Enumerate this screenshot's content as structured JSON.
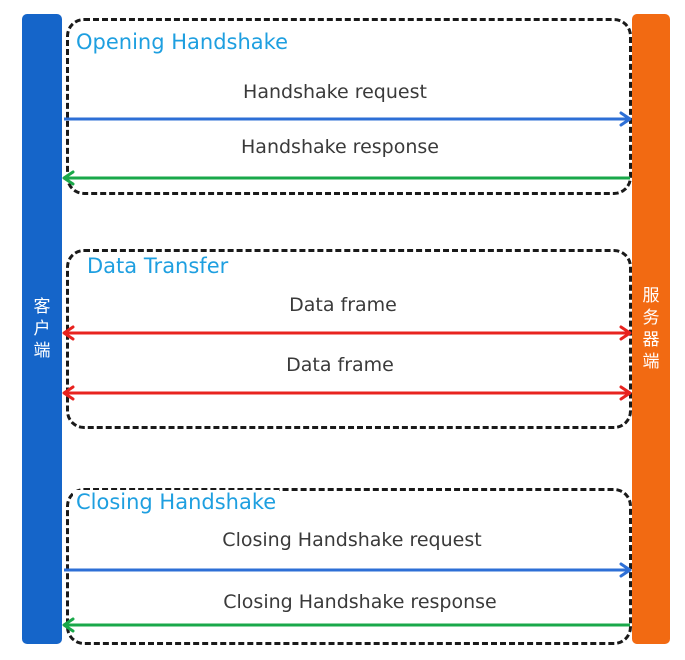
{
  "client": {
    "label": "客户端",
    "color": "#1565c9"
  },
  "server": {
    "label": "服务器端",
    "color": "#f26a12"
  },
  "groups": [
    {
      "title": "Opening Handshake",
      "messages": [
        {
          "label": "Handshake request",
          "direction": "client-to-server",
          "color": "#2d6fd6"
        },
        {
          "label": "Handshake response",
          "direction": "server-to-client",
          "color": "#1aa84a"
        }
      ]
    },
    {
      "title": "Data Transfer",
      "messages": [
        {
          "label": "Data frame",
          "direction": "bidirectional",
          "color": "#e8231f"
        },
        {
          "label": "Data frame",
          "direction": "bidirectional",
          "color": "#e8231f"
        }
      ]
    },
    {
      "title": "Closing Handshake",
      "messages": [
        {
          "label": "Closing Handshake request",
          "direction": "client-to-server",
          "color": "#2d6fd6"
        },
        {
          "label": "Closing Handshake response",
          "direction": "server-to-client",
          "color": "#1aa84a"
        }
      ]
    }
  ]
}
